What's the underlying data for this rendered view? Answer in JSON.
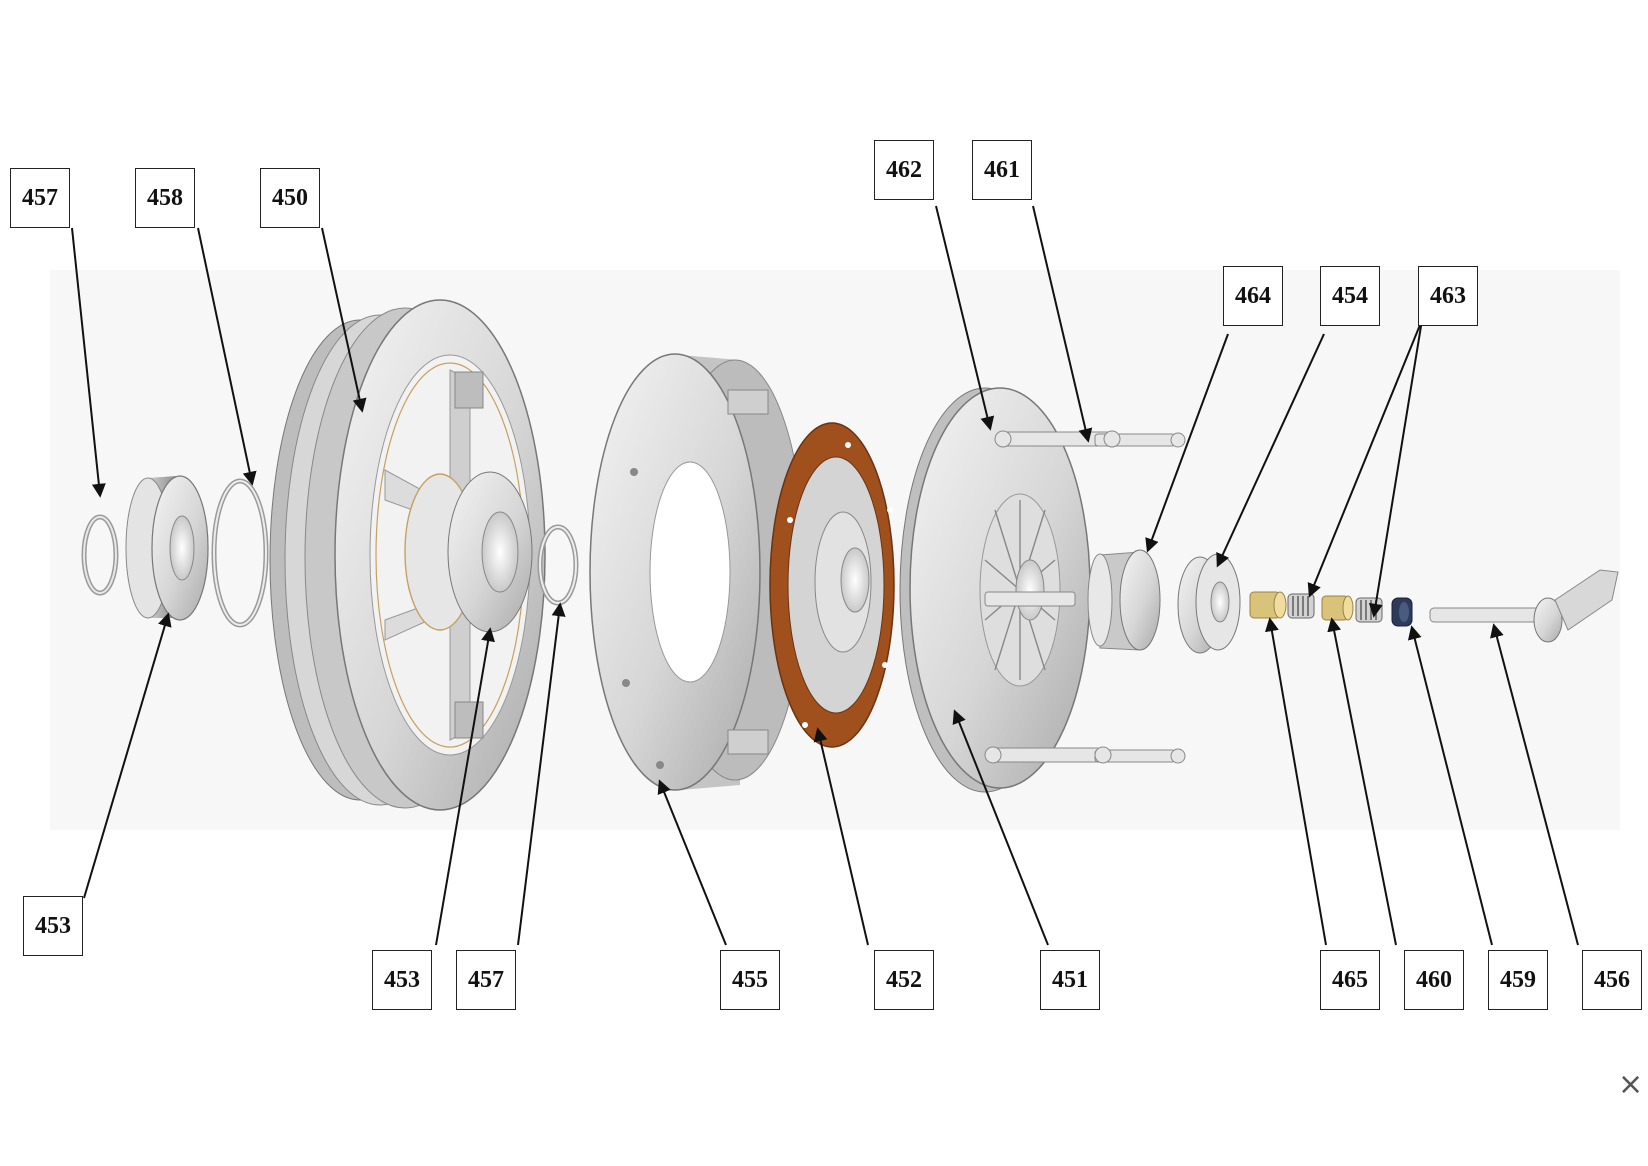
{
  "diagram": {
    "callouts": [
      {
        "id": "c457a",
        "label": "457"
      },
      {
        "id": "c458",
        "label": "458"
      },
      {
        "id": "c450",
        "label": "450"
      },
      {
        "id": "c462",
        "label": "462"
      },
      {
        "id": "c461",
        "label": "461"
      },
      {
        "id": "c464",
        "label": "464"
      },
      {
        "id": "c454",
        "label": "454"
      },
      {
        "id": "c463",
        "label": "463"
      },
      {
        "id": "c453a",
        "label": "453"
      },
      {
        "id": "c453b",
        "label": "453"
      },
      {
        "id": "c457b",
        "label": "457"
      },
      {
        "id": "c455",
        "label": "455"
      },
      {
        "id": "c452",
        "label": "452"
      },
      {
        "id": "c451",
        "label": "451"
      },
      {
        "id": "c465",
        "label": "465"
      },
      {
        "id": "c460",
        "label": "460"
      },
      {
        "id": "c459",
        "label": "459"
      },
      {
        "id": "c456",
        "label": "456"
      }
    ],
    "colors": {
      "friction_disc": "#a0501c",
      "bronze_bushing": "#d9c27a",
      "seal": "#2d3a5a",
      "metal": "#d8d8d8"
    }
  },
  "close_glyph": "×"
}
